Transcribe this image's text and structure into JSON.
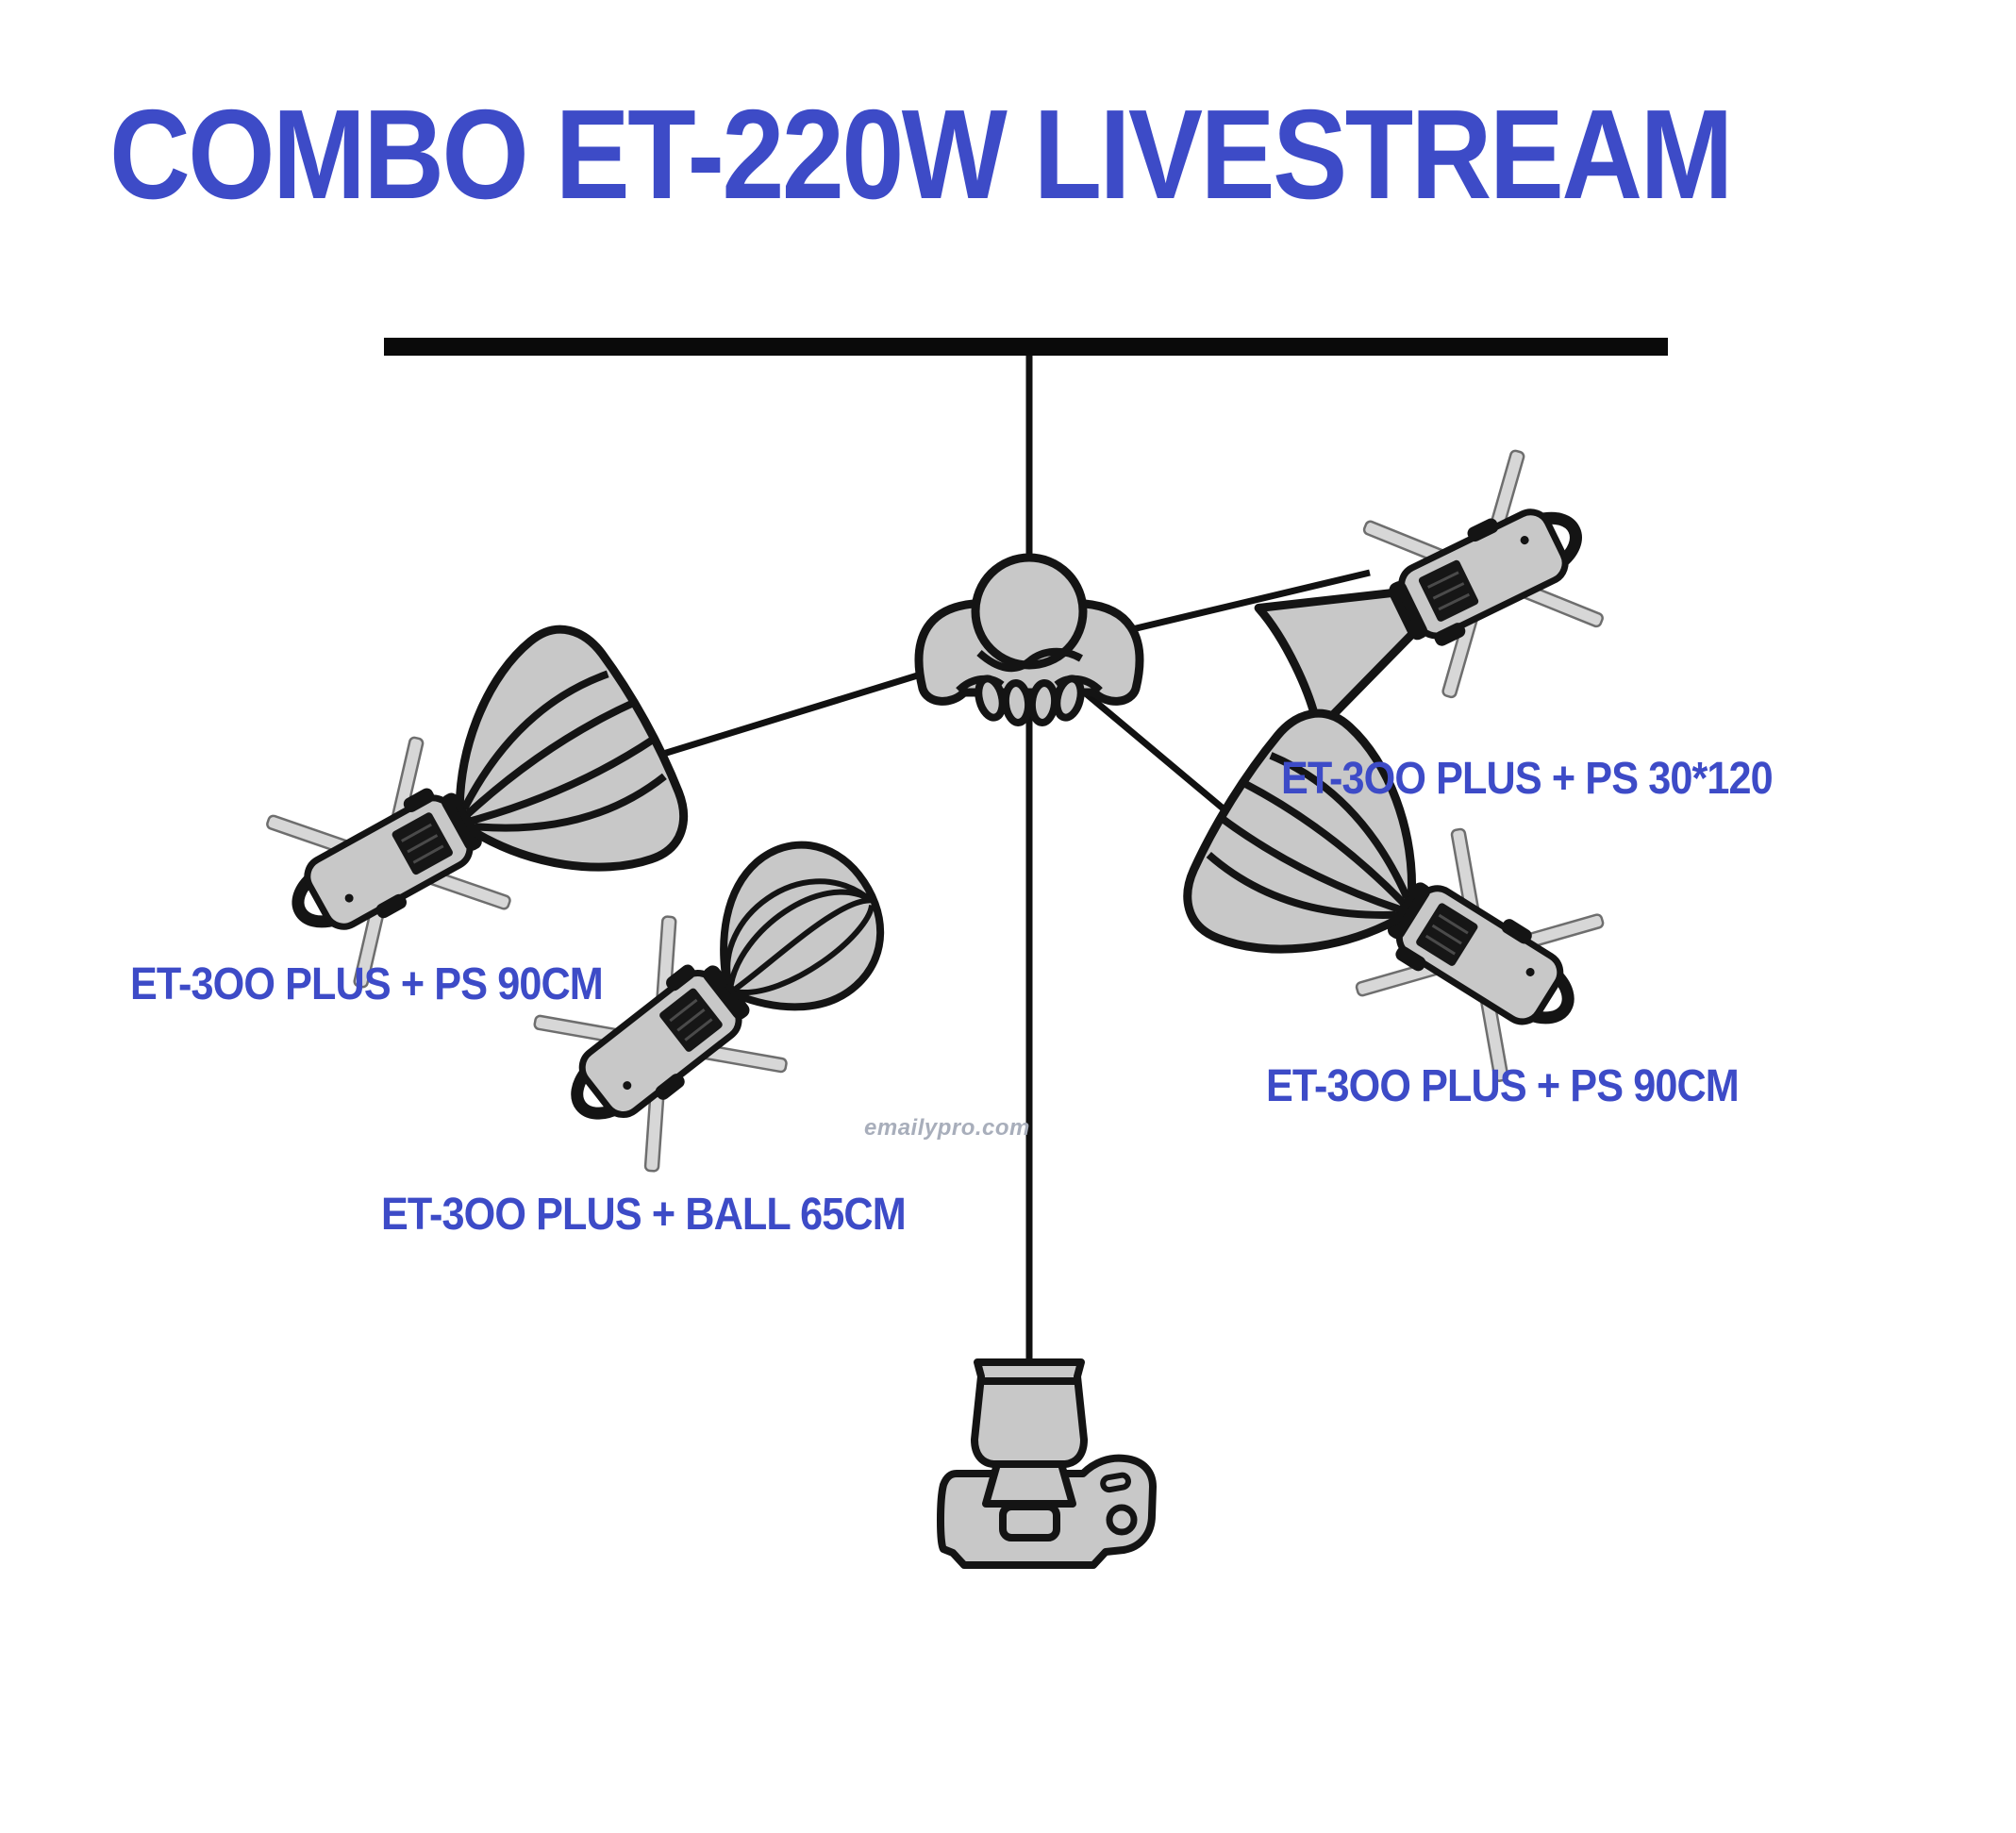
{
  "title": "COMBO ET-220W LIVESTREAM",
  "watermark": "emailypro.com",
  "colors": {
    "accent_blue": "#3d4bc7",
    "watermark_gray": "#a8aebb",
    "shape_gray": "#c8c8c8",
    "outline_black": "#141414",
    "backdrop_black": "#0a0a0a"
  },
  "lights": {
    "left": {
      "label": "ET-3OO PLUS + PS 90CM",
      "type": "parabolic-softbox"
    },
    "strip": {
      "label": "ET-3OO PLUS + PS 30*120",
      "type": "strip-softbox"
    },
    "right": {
      "label": "ET-3OO PLUS + PS 90CM",
      "type": "parabolic-softbox"
    },
    "ball": {
      "label": "ET-3OO PLUS + BALL 65CM",
      "type": "ball-softbox"
    }
  }
}
